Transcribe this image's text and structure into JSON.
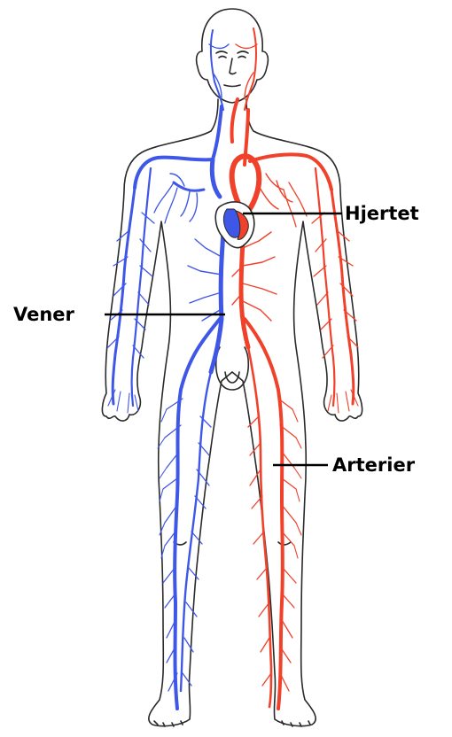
{
  "labels": {
    "heart": "Hjertet",
    "veins": "Vener",
    "arteries": "Arterier"
  },
  "colors": {
    "veins": "#3f57e6",
    "arteries": "#f0412a",
    "outline": "#2a2a2a",
    "leader": "#000000",
    "background": "#ffffff"
  }
}
